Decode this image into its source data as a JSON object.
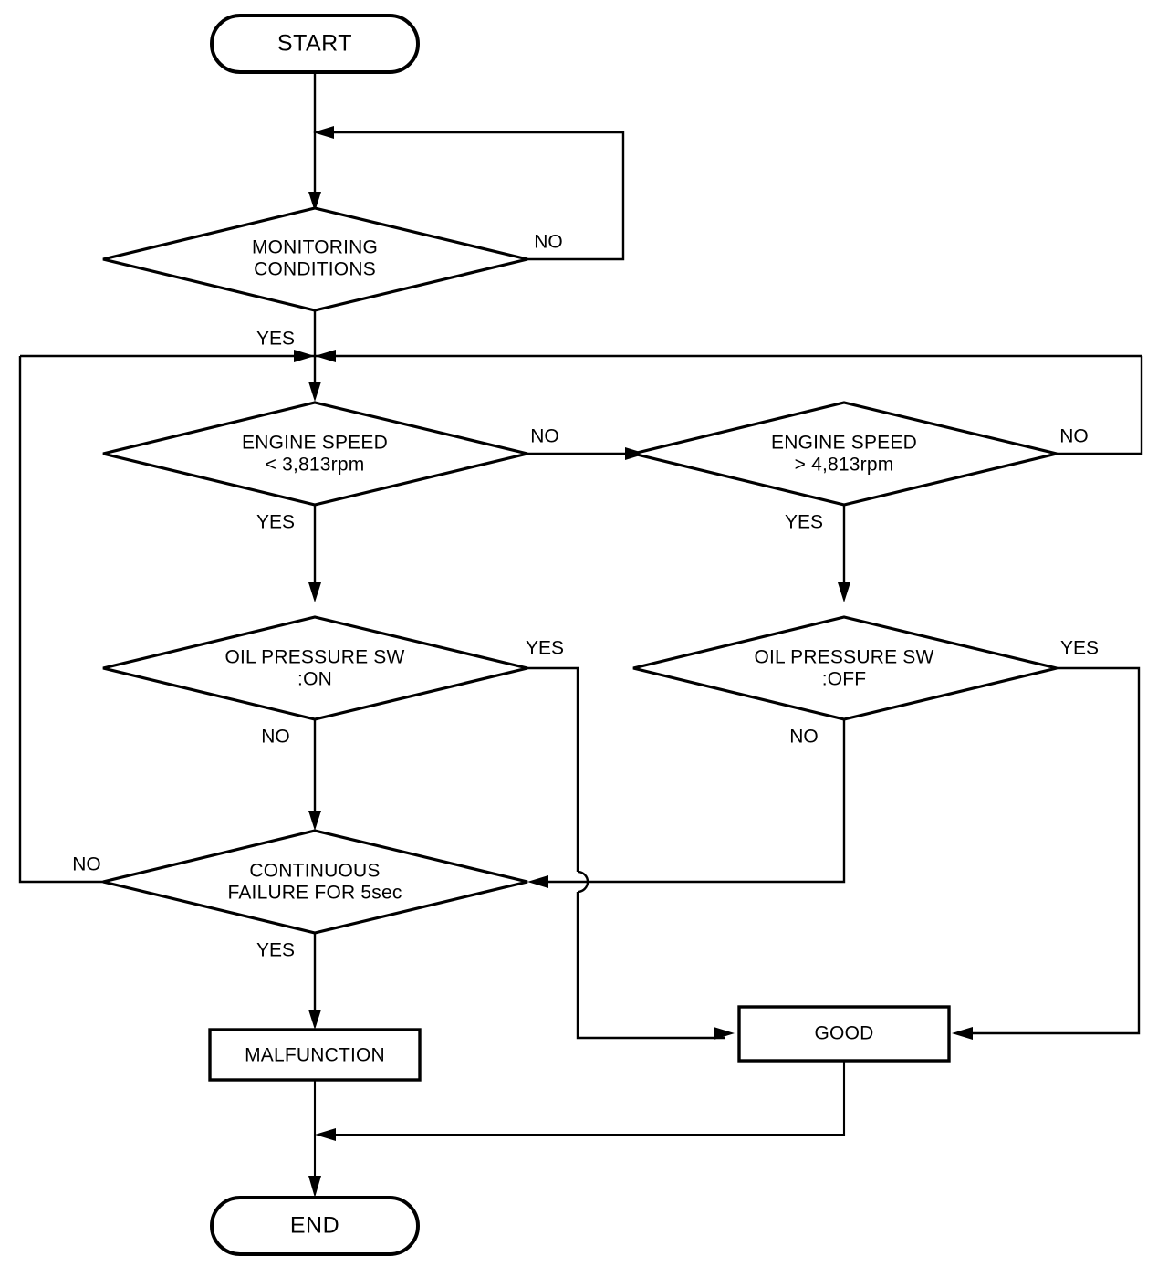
{
  "diagram": {
    "title": "Oil pressure switch monitoring logic flowchart",
    "type": "flowchart",
    "stroke_color": "#000000",
    "fill_color": "#ffffff",
    "background_color": "#ffffff"
  },
  "nodes": {
    "start": {
      "label": "START",
      "shape": "terminator"
    },
    "monitoring": {
      "line1": "MONITORING",
      "line2": "CONDITIONS",
      "shape": "decision"
    },
    "engine_speed_low": {
      "line1": "ENGINE SPEED",
      "line2": "< 3,813rpm",
      "shape": "decision"
    },
    "engine_speed_high": {
      "line1": "ENGINE SPEED",
      "line2": "> 4,813rpm",
      "shape": "decision"
    },
    "oil_sw_on": {
      "line1": "OIL PRESSURE SW",
      "line2": ":ON",
      "shape": "decision"
    },
    "oil_sw_off": {
      "line1": "OIL PRESSURE SW",
      "line2": ":OFF",
      "shape": "decision"
    },
    "continuous_failure": {
      "line1": "CONTINUOUS",
      "line2": "FAILURE FOR 5sec",
      "shape": "decision"
    },
    "malfunction": {
      "label": "MALFUNCTION",
      "shape": "process"
    },
    "good": {
      "label": "GOOD",
      "shape": "process"
    },
    "end": {
      "label": "END",
      "shape": "terminator"
    }
  },
  "branch_labels": {
    "monitoring_no": "NO",
    "monitoring_yes": "YES",
    "speed_low_no": "NO",
    "speed_low_yes": "YES",
    "speed_high_no": "NO",
    "speed_high_yes": "YES",
    "oil_on_yes": "YES",
    "oil_on_no": "NO",
    "oil_off_yes": "YES",
    "oil_off_no": "NO",
    "failure_no": "NO",
    "failure_yes": "YES"
  }
}
